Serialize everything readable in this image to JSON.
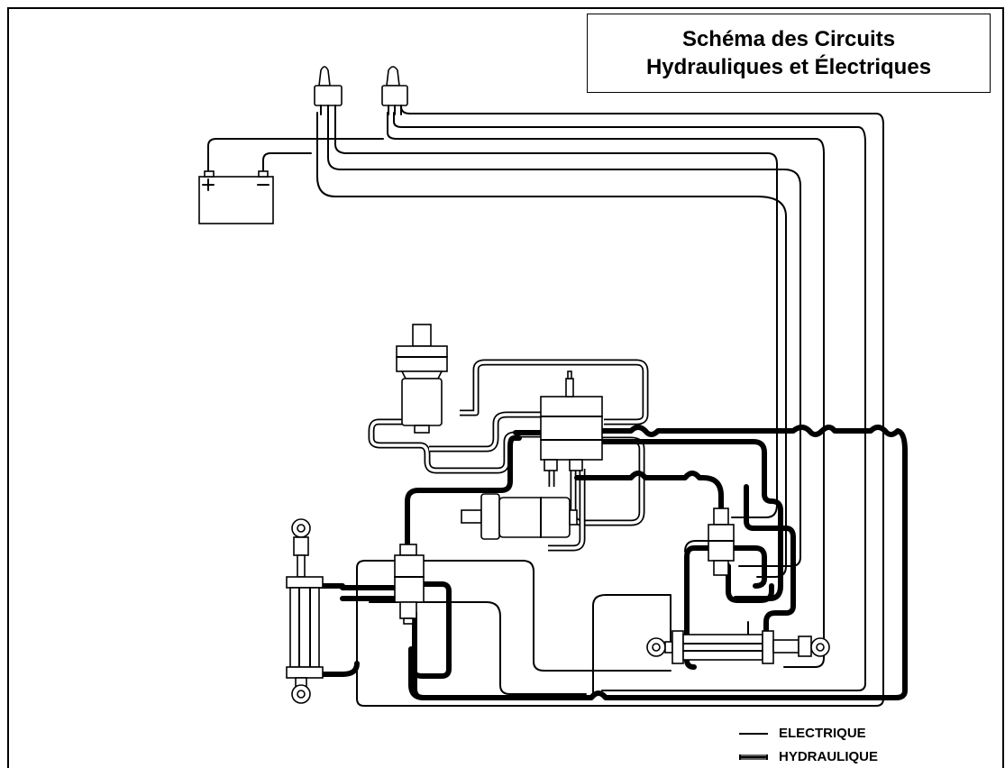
{
  "title": {
    "line1": "Schéma des Circuits",
    "line2": "Hydrauliques et Électriques"
  },
  "legend": {
    "electric_label": "ELECTRIQUE",
    "hydraulic_label": "HYDRAULIQUE"
  },
  "colors": {
    "line": "#000000",
    "background": "#ffffff"
  },
  "icons": [
    "toggle-switch-icon",
    "battery-icon",
    "hydraulic-pump-icon",
    "control-valve-icon",
    "electric-motor-icon",
    "solenoid-valve-icon",
    "hydraulic-cylinder-icon"
  ]
}
